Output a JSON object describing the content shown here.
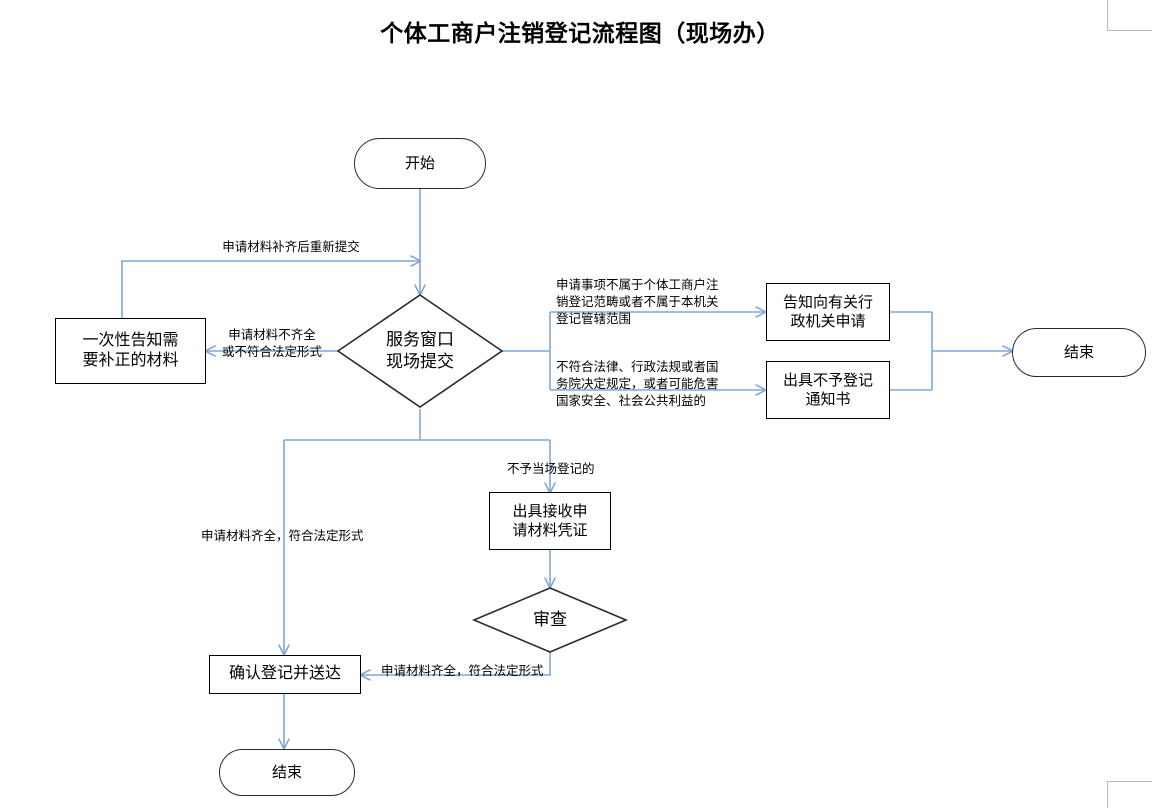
{
  "document": {
    "title": "个体工商户注销登记流程图（现场办）"
  },
  "nodes": {
    "start": {
      "label": "开始",
      "shape": "terminator"
    },
    "notify_correction": {
      "label": "一次性告知需\n要补正的材料",
      "shape": "process"
    },
    "service_window": {
      "label": "服务窗口\n现场提交",
      "shape": "decision"
    },
    "inform_other_agency": {
      "label": "告知向有关行\n政机关申请",
      "shape": "process"
    },
    "issue_refusal_notice": {
      "label": "出具不予登记\n通知书",
      "shape": "process"
    },
    "end_right": {
      "label": "结束",
      "shape": "terminator"
    },
    "issue_receipt": {
      "label": "出具接收申\n请材料凭证",
      "shape": "process"
    },
    "review": {
      "label": "审查",
      "shape": "decision"
    },
    "confirm_and_deliver": {
      "label": "确认登记并送达",
      "shape": "process"
    },
    "end_bottom": {
      "label": "结束",
      "shape": "terminator"
    }
  },
  "edge_labels": {
    "resubmit_after_correction": "申请材料补齐后重新提交",
    "materials_incomplete": "申请材料不齐全\n或不符合法定形式",
    "out_of_scope": "申请事项不属于个体工商户注\n销登记范畴或者不属于本机关\n登记管辖范围",
    "violates_law": "不符合法律、行政法规或者国\n务院决定规定，或者可能危害\n国家安全、社会公共利益的",
    "materials_complete_left": "申请材料齐全，符合法定形式",
    "not_registered_on_site": "不予当场登记的",
    "materials_complete_review": "申请材料齐全，符合法定形式"
  },
  "colors": {
    "connector": "#7ea7d8",
    "node_border": "#000000",
    "terminator_border": "#2b2b2b",
    "text": "#000000",
    "background": "#ffffff",
    "cropmark": "#b9b9b9"
  }
}
